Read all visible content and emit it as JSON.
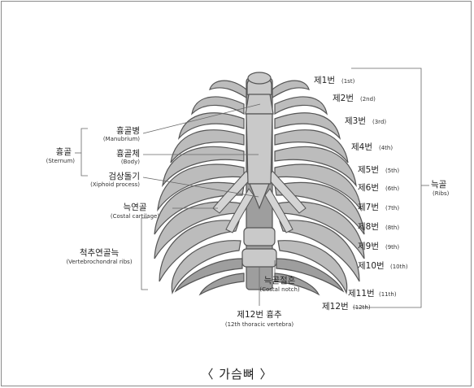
{
  "caption": "〈 가슴뼈 〉",
  "labels": {
    "rib1": {
      "ko": "제1번",
      "en": "(1st)"
    },
    "rib2": {
      "ko": "제2번",
      "en": "(2nd)"
    },
    "rib3": {
      "ko": "제3번",
      "en": "(3rd)"
    },
    "rib4": {
      "ko": "제4번",
      "en": "(4th)"
    },
    "rib5": {
      "ko": "제5번",
      "en": "(5th)"
    },
    "rib6": {
      "ko": "제6번",
      "en": "(6th)"
    },
    "rib7": {
      "ko": "제7번",
      "en": "(7th)"
    },
    "rib8": {
      "ko": "제8번",
      "en": "(8th)"
    },
    "rib9": {
      "ko": "제9번",
      "en": "(9th)"
    },
    "rib10": {
      "ko": "제10번",
      "en": "(10th)"
    },
    "rib11": {
      "ko": "제11번",
      "en": "(11th)"
    },
    "rib12": {
      "ko": "제12번",
      "en": "(12th)"
    },
    "ribs": {
      "ko": "늑골",
      "en": "(Ribs)"
    },
    "manubrium": {
      "ko": "흉골병",
      "en": "(Manubrium)"
    },
    "body": {
      "ko": "흉골체",
      "en": "(Body)"
    },
    "xiphoid": {
      "ko": "검상돌기",
      "en": "(Xiphoid process)"
    },
    "sternum": {
      "ko": "흉골",
      "en": "(Sternum)"
    },
    "costal_cartilage": {
      "ko": "늑연골",
      "en": "(Costal cartilage)"
    },
    "vertebrochondral": {
      "ko": "척추연골늑",
      "en": "(Vertebrochondral ribs)"
    },
    "costal_notch": {
      "ko": "늑골절흔",
      "en": "(Costal notch)"
    },
    "thoracic_vertebra": {
      "ko": "제12번 흉추",
      "en": "(12th thoracic vertebra)"
    }
  }
}
